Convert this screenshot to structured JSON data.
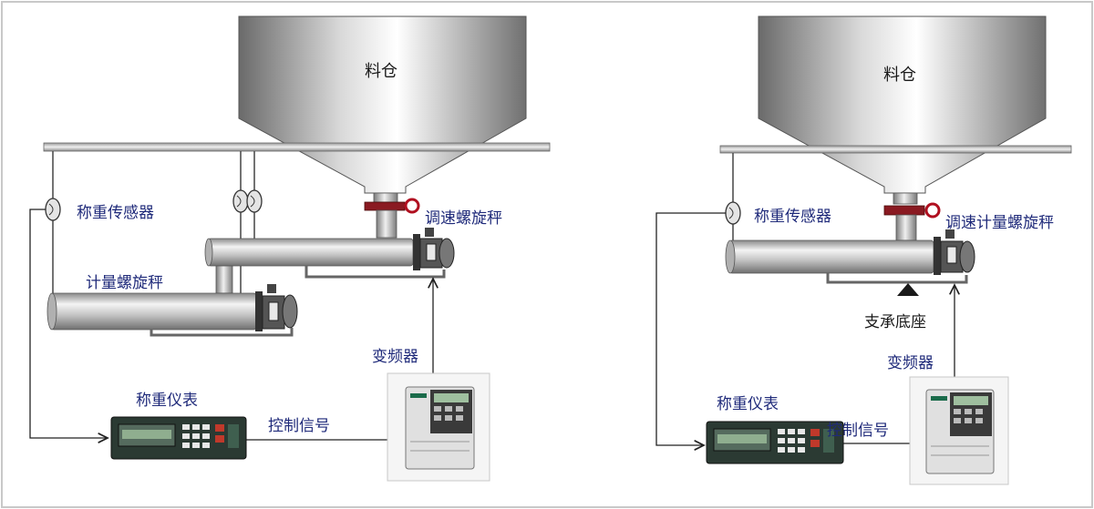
{
  "left_panel": {
    "silo_label": "料仓",
    "load_cell_label": "称重传感器",
    "speed_screw_label": "调速螺旋秤",
    "metering_screw_label": "计量螺旋秤",
    "vfd_label": "变频器",
    "instrument_label": "称重仪表",
    "control_signal_label": "控制信号"
  },
  "right_panel": {
    "silo_label": "料仓",
    "load_cell_label": "称重传感器",
    "speed_screw_label": "调速计量螺旋秤",
    "base_label": "支承底座",
    "vfd_label": "变频器",
    "instrument_label": "称重仪表",
    "control_signal_label": "控制信号"
  },
  "colors": {
    "label_text": "#1f2a7a",
    "valve_red": "#b01020",
    "silo_metal": "#a8a8a8",
    "border": "#c8c8c8"
  }
}
